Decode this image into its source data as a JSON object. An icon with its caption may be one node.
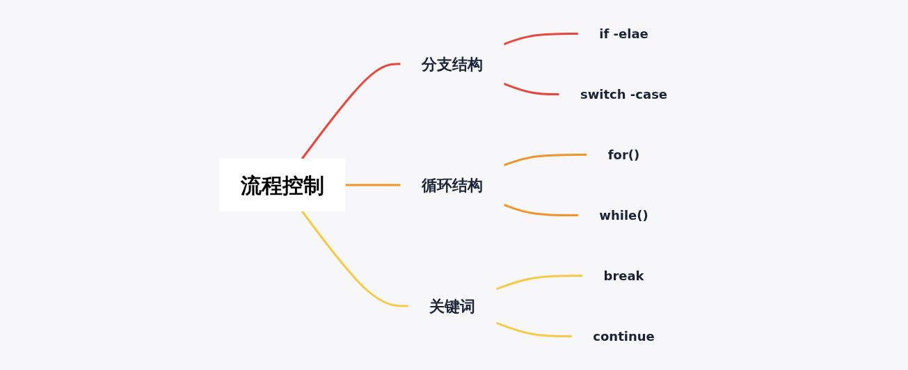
{
  "diagram": {
    "nodes": [
      {
        "text": [
          "流程控制"
        ]
      },
      {
        "text": [
          "分支结构"
        ]
      },
      {
        "text": [
          "if -elae"
        ]
      },
      {
        "text": [
          "switch -case"
        ]
      },
      {
        "text": [
          "循环结构"
        ]
      },
      {
        "text": [
          "for()"
        ]
      },
      {
        "text": [
          "while()"
        ]
      },
      {
        "text": [
          "关键词"
        ]
      },
      {
        "text": [
          "break"
        ]
      },
      {
        "text": [
          "continue"
        ]
      }
    ],
    "edges": [
      {
        "from": 0,
        "to": 1,
        "arrow": "none",
        "color": "#e8453c"
      },
      {
        "from": 1,
        "to": 2,
        "arrow": "none",
        "color": "#e8453c"
      },
      {
        "from": 1,
        "to": 3,
        "arrow": "none",
        "color": "#e8453c"
      },
      {
        "from": 0,
        "to": 4,
        "arrow": "none",
        "color": "#f0932b"
      },
      {
        "from": 4,
        "to": 5,
        "arrow": "none",
        "color": "#f0932b"
      },
      {
        "from": 4,
        "to": 6,
        "arrow": "none",
        "color": "#f0932b"
      },
      {
        "from": 0,
        "to": 7,
        "arrow": "none",
        "color": "#f7c948"
      },
      {
        "from": 7,
        "to": 8,
        "arrow": "none",
        "color": "#f7c948"
      },
      {
        "from": 7,
        "to": 9,
        "arrow": "none",
        "color": "#f7c948"
      }
    ]
  }
}
